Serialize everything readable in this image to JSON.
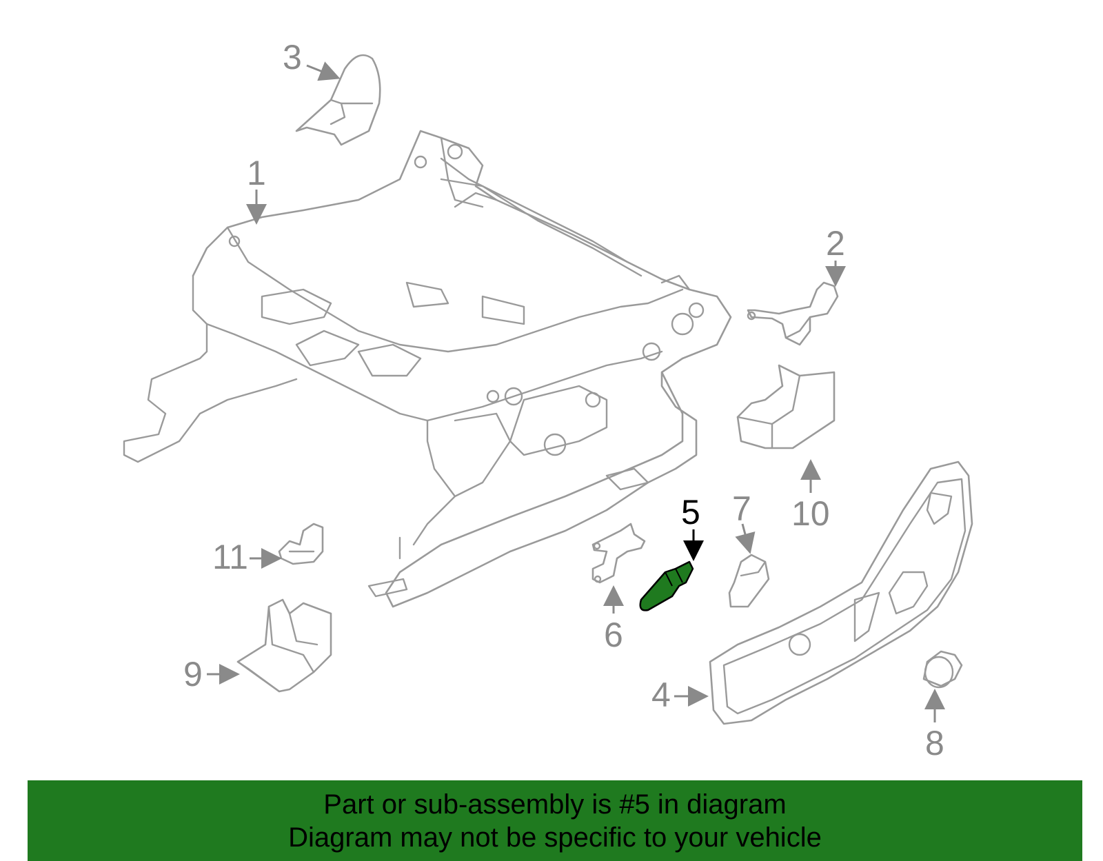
{
  "diagram": {
    "callouts": [
      {
        "id": "1",
        "label": "1"
      },
      {
        "id": "2",
        "label": "2"
      },
      {
        "id": "3",
        "label": "3"
      },
      {
        "id": "4",
        "label": "4"
      },
      {
        "id": "5",
        "label": "5",
        "highlighted": true
      },
      {
        "id": "6",
        "label": "6"
      },
      {
        "id": "7",
        "label": "7"
      },
      {
        "id": "8",
        "label": "8"
      },
      {
        "id": "9",
        "label": "9"
      },
      {
        "id": "10",
        "label": "10"
      },
      {
        "id": "11",
        "label": "11"
      }
    ],
    "colors": {
      "line_art": "#9a9a9a",
      "label": "#8a8a8a",
      "highlight_part": "#1f7a1f",
      "highlight_label": "#000000",
      "banner_bg": "#1f7a1f"
    }
  },
  "banner": {
    "line1": "Part or sub-assembly is #5 in diagram",
    "line2": "Diagram may not be specific to your vehicle"
  }
}
